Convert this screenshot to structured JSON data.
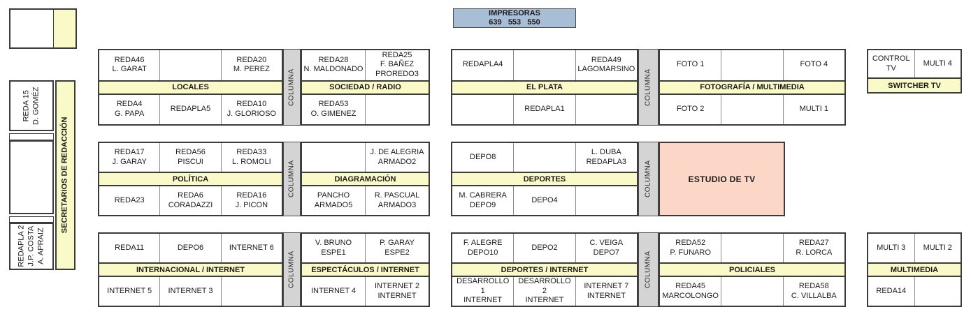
{
  "title": "newsroom-floor-plan",
  "colors": {
    "banner_yellow": "#fafac8",
    "pillar_gray": "#d4d4d4",
    "studio_pink": "#fcd7c8",
    "printer_blue": "#a8bdd6",
    "border_dark": "#3b3b3b",
    "border_mid": "#4a4a4a",
    "border_gray": "#8a8a8a"
  },
  "printers": {
    "title": "IMPRESORAS",
    "numbers": "639   553   550"
  },
  "column_label": "COLUMNA",
  "estudio_label": "ESTUDIO DE TV",
  "left": {
    "banner": "SECRETARIOS DE REDACCIÓN",
    "desk_top": "REDA 15\nD. GOMÉZ",
    "desk_middle": "",
    "desk_bottom": "REDAPLA 2\nJ.P. COSTA\nA. APRAIZ"
  },
  "groups": {
    "locales": {
      "banner": "LOCALES",
      "top": [
        "REDA46\nL. GARAT",
        "",
        "REDA20\nM. PEREZ"
      ],
      "bottom": [
        "REDA4\nG. PAPA",
        "REDAPLA5",
        "REDA10\nJ. GLORIOSO"
      ]
    },
    "sociedad": {
      "banner": "SOCIEDAD / RADIO",
      "top": [
        "REDA28\nN. MALDONADO",
        "REDA25\nF. BAÑEZ\nPROREDO3"
      ],
      "bottom": [
        "REDA53\nO. GIMENEZ",
        ""
      ]
    },
    "elplata": {
      "banner": "EL PLATA",
      "top": [
        "REDAPLA4",
        "",
        "REDA49\nLAGOMARSINO"
      ],
      "bottom": [
        "",
        "REDAPLA1",
        ""
      ]
    },
    "fotografia": {
      "banner": "FOTOGRAFÍA / MULTIMEDIA",
      "top": [
        "FOTO 1",
        "",
        "FOTO 4"
      ],
      "bottom": [
        "FOTO 2",
        "",
        "MULTI 1"
      ]
    },
    "switcher": {
      "banner": "SWITCHER TV",
      "top": [
        "CONTROL TV",
        "MULTI 4"
      ]
    },
    "politica": {
      "banner": "POLÍTICA",
      "top": [
        "REDA17\nJ. GARAY",
        "REDA56\nPISCUI",
        "REDA33\nL. ROMOLI"
      ],
      "bottom": [
        "REDA23",
        "REDA6\nCORADAZZI",
        "REDA16\nJ. PICON"
      ]
    },
    "diagramacion": {
      "banner": "DIAGRAMACIÓN",
      "top": [
        "",
        "J. DE ALEGRIA\nARMADO2"
      ],
      "bottom": [
        "PANCHO\nARMADO5",
        "R. PASCUAL\nARMADO3"
      ]
    },
    "deportes": {
      "banner": "DEPORTES",
      "top": [
        "DEPO8",
        "",
        "L. DUBA\nREDAPLA3"
      ],
      "bottom": [
        "M. CABRERA\nDEPO9",
        "DEPO4",
        ""
      ]
    },
    "internacional": {
      "banner": "INTERNACIONAL / INTERNET",
      "top": [
        "REDA11",
        "DEPO6",
        "INTERNET 6"
      ],
      "bottom": [
        "INTERNET 5",
        "INTERNET 3",
        ""
      ]
    },
    "espectaculos": {
      "banner": "ESPECTÁCULOS / INTERNET",
      "top": [
        "V. BRUNO\nESPE1",
        "P. GARAY\nESPE2"
      ],
      "bottom": [
        "INTERNET 4",
        "INTERNET 2\nINTERNET"
      ]
    },
    "deportes_internet": {
      "banner": "DEPORTES / INTERNET",
      "top": [
        "F. ALEGRE\nDEPO10",
        "DEPO2",
        "C. VEIGA\nDEPO7"
      ],
      "bottom": [
        "DESARROLLO 1\nINTERNET",
        "DESARROLLO 2\nINTERNET",
        "INTERNET 7\nINTERNET"
      ]
    },
    "policiales": {
      "banner": "POLICIALES",
      "top": [
        "REDA52\nP. FUNARO",
        "",
        "REDA27\nR. LORCA"
      ],
      "bottom": [
        "REDA45\nMARCOLONGO",
        "",
        "REDA58\nC. VILLALBA"
      ]
    },
    "multimedia": {
      "banner": "MULTIMEDIA",
      "top": [
        "MULTI 3",
        "MULTI 2"
      ],
      "bottom": [
        "REDA14",
        ""
      ]
    }
  }
}
